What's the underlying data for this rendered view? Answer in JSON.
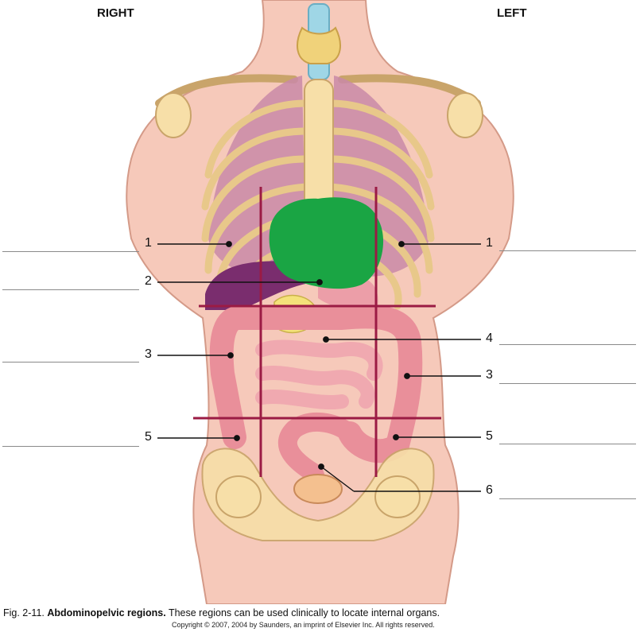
{
  "orientation": {
    "right": "RIGHT",
    "left": "LEFT"
  },
  "callouts": [
    {
      "label": "1",
      "side": "right"
    },
    {
      "label": "2",
      "side": "right"
    },
    {
      "label": "3",
      "side": "right"
    },
    {
      "label": "5",
      "side": "right"
    },
    {
      "label": "1",
      "side": "left"
    },
    {
      "label": "4",
      "side": "left"
    },
    {
      "label": "3",
      "side": "left"
    },
    {
      "label": "5",
      "side": "left"
    },
    {
      "label": "6",
      "side": "left"
    }
  ],
  "caption": {
    "fig": "Fig. 2-11.",
    "bold": "Abdominopelvic regions.",
    "text": "These regions can be used clinically to locate internal organs.",
    "copyright": "Copyright © 2007, 2004 by Saunders, an imprint of Elsevier Inc. All rights reserved."
  },
  "colors": {
    "skin": "#f6c9ba",
    "bone": "#f7dfa8",
    "lung": "#c98aa7",
    "liver": "#7a2d6e",
    "intestine": "#e98f9a",
    "grid": "#9b1b44",
    "redaction": "#1aa544"
  }
}
